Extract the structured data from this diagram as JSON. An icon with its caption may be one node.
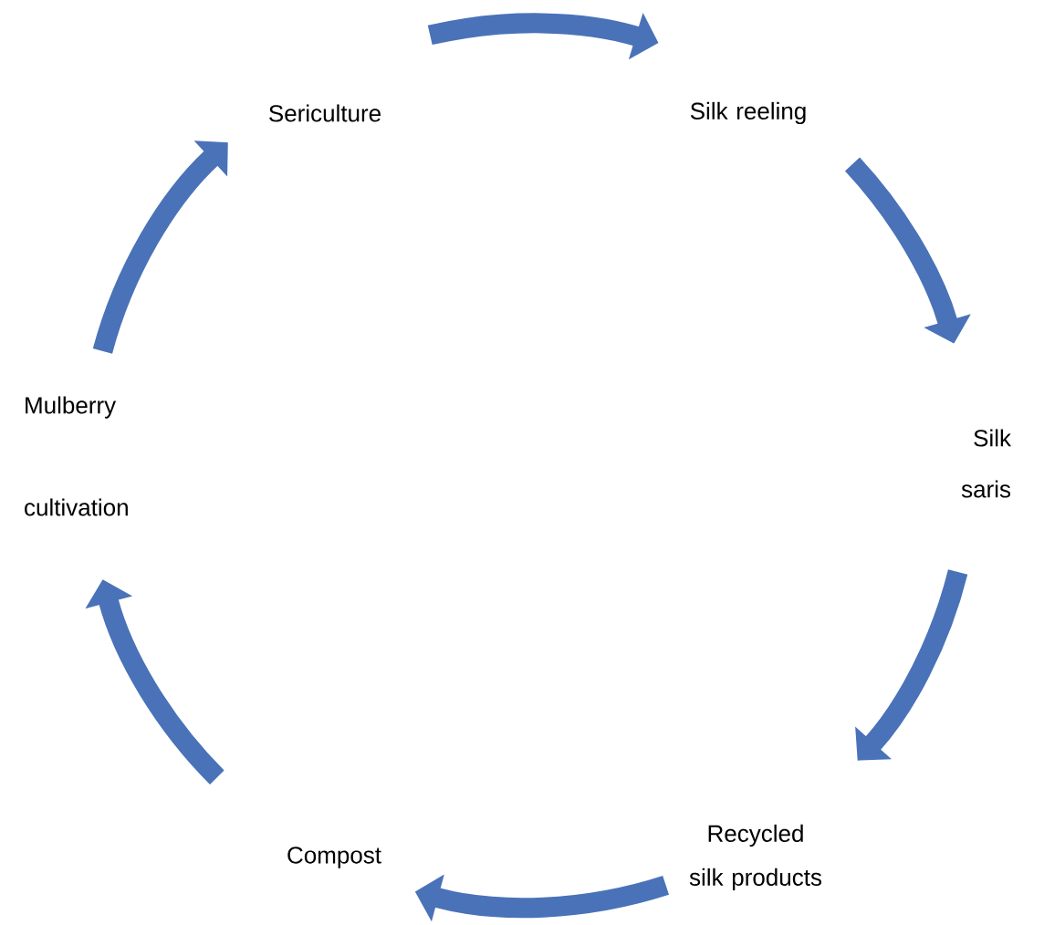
{
  "diagram": {
    "nodes": [
      {
        "text": [
          "Sericulture"
        ]
      },
      {
        "text": [
          "Silk reeling"
        ]
      },
      {
        "text": [
          "Silk saris"
        ]
      },
      {
        "text": [
          "Recycled silk products"
        ]
      },
      {
        "text": [
          "Compost"
        ]
      },
      {
        "text": [
          "Mulberry cultivation"
        ]
      }
    ],
    "edges": [
      {
        "from": 0,
        "to": 1,
        "arrow": "to"
      },
      {
        "from": 1,
        "to": 2,
        "arrow": "to"
      },
      {
        "from": 2,
        "to": 3,
        "arrow": "to"
      },
      {
        "from": 3,
        "to": 4,
        "arrow": "to"
      },
      {
        "from": 4,
        "to": 5,
        "arrow": "to"
      },
      {
        "from": 5,
        "to": 0,
        "arrow": "to"
      }
    ]
  }
}
